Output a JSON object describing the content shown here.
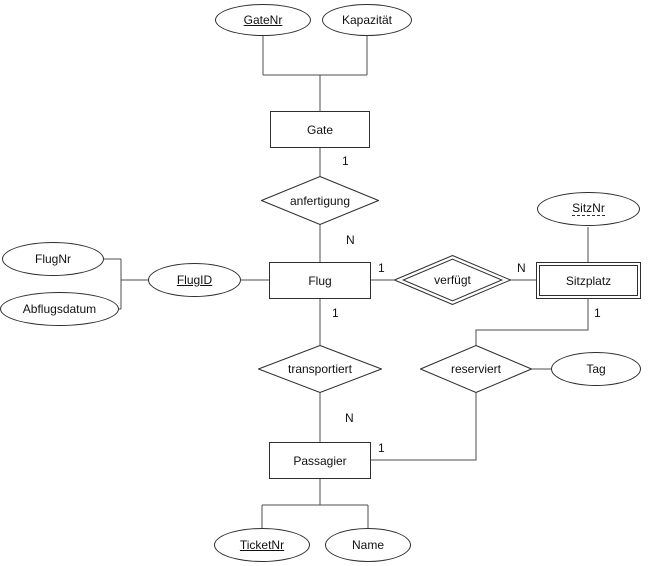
{
  "diagram": {
    "type": "entity-relationship-diagram",
    "entities": {
      "gate": "Gate",
      "flug": "Flug",
      "sitzplatz": "Sitzplatz",
      "passagier": "Passagier"
    },
    "relationships": {
      "anfertigung": "anfertigung",
      "verfuegt": "verfügt",
      "transportiert": "transportiert",
      "reserviert": "reserviert"
    },
    "attributes": {
      "gatenr": "GateNr",
      "kapazitaet": "Kapazität",
      "flugid": "FlugID",
      "flugnr": "FlugNr",
      "abflugsdatum": "Abflugsdatum",
      "sitznr": "SitzNr",
      "tag": "Tag",
      "ticketnr": "TicketNr",
      "name": "Name"
    },
    "cardinalities": {
      "gate_anfertigung": "1",
      "anfertigung_flug": "N",
      "flug_verfuegt": "1",
      "verfuegt_sitzplatz": "N",
      "flug_transportiert": "1",
      "transportiert_passagier": "N",
      "sitzplatz_reserviert": "1",
      "passagier_reserviert": "1"
    },
    "colors": {
      "shape_stroke": "#2e2e2e",
      "connector": "#4d4d4d",
      "fill": "#ffffff"
    }
  }
}
